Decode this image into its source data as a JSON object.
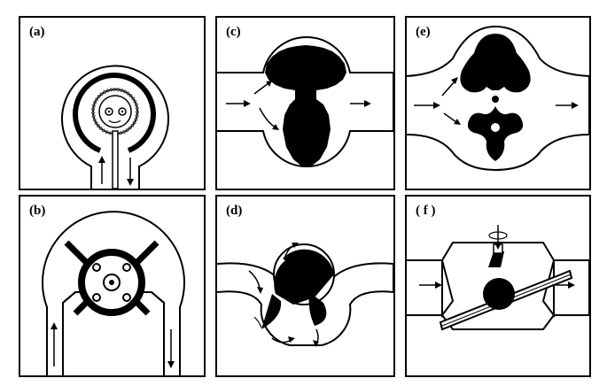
{
  "figure": {
    "panels": [
      {
        "id": "a",
        "label": "(a)",
        "icon": "vane-pump-diagram"
      },
      {
        "id": "b",
        "label": "(b)",
        "icon": "radial-piston-pump-diagram"
      },
      {
        "id": "c",
        "label": "(c)",
        "icon": "gear-pump-diagram"
      },
      {
        "id": "d",
        "label": "(d)",
        "icon": "lobe-pump-diagram"
      },
      {
        "id": "e",
        "label": "(e)",
        "icon": "rotary-lobe-pump-diagram"
      },
      {
        "id": "f",
        "label": "( f )",
        "icon": "swash-plate-pump-diagram"
      }
    ],
    "colors": {
      "ink": "#000000",
      "paper": "#ffffff",
      "hatch": "#555555"
    }
  }
}
